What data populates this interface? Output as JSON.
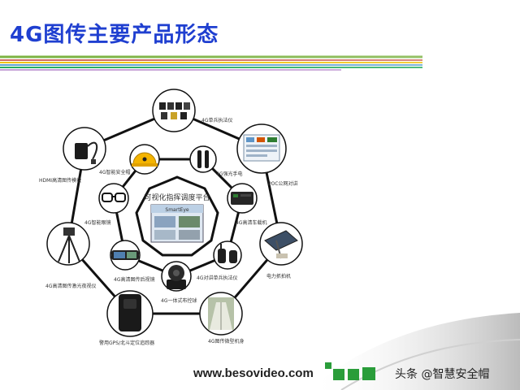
{
  "slide": {
    "title": "4G图传主要产品形态"
  },
  "diagram": {
    "center_title": "可视化指挥调度平台",
    "center_sub": "SmartEye",
    "outer_nodes": [
      {
        "label": "4G单兵执法仪"
      },
      {
        "label": "POC公网对讲"
      },
      {
        "label": "电力抓拍机"
      },
      {
        "label": "4G图传微型机身"
      },
      {
        "label": "警用GPS/北斗定位追踪器"
      },
      {
        "label": "4G高清图传激光夜视仪"
      },
      {
        "label": "HDMI高清图传模块"
      }
    ],
    "inner_nodes": [
      {
        "label": "4G智能安全帽"
      },
      {
        "label": "4G强光手电"
      },
      {
        "label": "4G高清车载机"
      },
      {
        "label": "4G对讲单兵执法仪"
      },
      {
        "label": "4G一体式布控球"
      },
      {
        "label": "4G高清图传后视镜"
      },
      {
        "label": "4G智能眼镜"
      }
    ]
  },
  "footer": {
    "website": "www.besovideo.com",
    "watermark": "头条 @智慧安全帽"
  },
  "colors": {
    "title": "#1f3fd0",
    "green": "#2a9d3a",
    "line": "#111111"
  }
}
